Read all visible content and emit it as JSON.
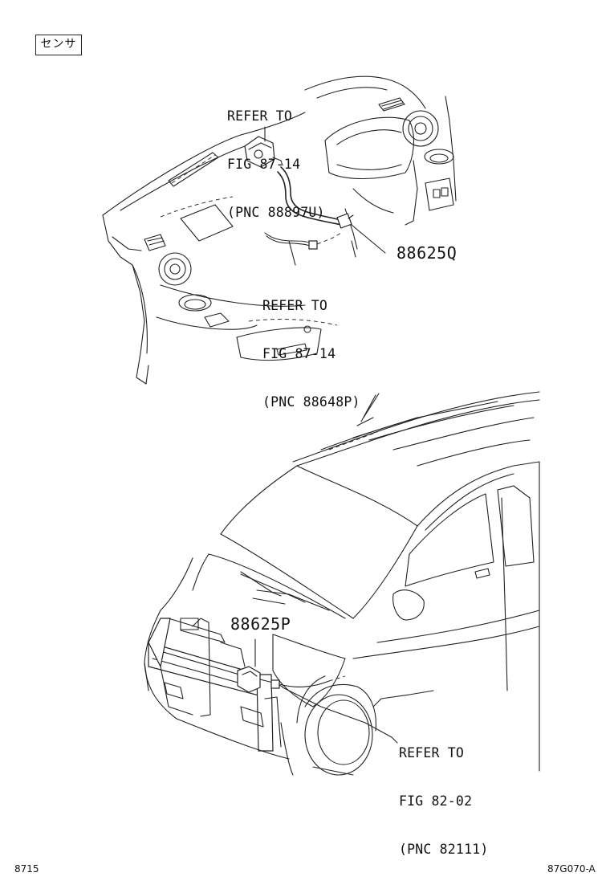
{
  "section_tag": "センサ",
  "callouts": {
    "top": {
      "line1": "REFER TO",
      "line2": "FIG 87-14",
      "line3": "(PNC 88897U)"
    },
    "middle": {
      "line1": "REFER TO",
      "line2": "FIG 87-14",
      "line3": "(PNC 88648P)"
    },
    "bottom": {
      "line1": "REFER TO",
      "line2": "FIG 82-02",
      "line3": "(PNC 82111)"
    }
  },
  "part_numbers": {
    "interior": "88625Q",
    "front": "88625P"
  },
  "footer": {
    "left_code": "8715",
    "right_code": "87G070-A"
  }
}
